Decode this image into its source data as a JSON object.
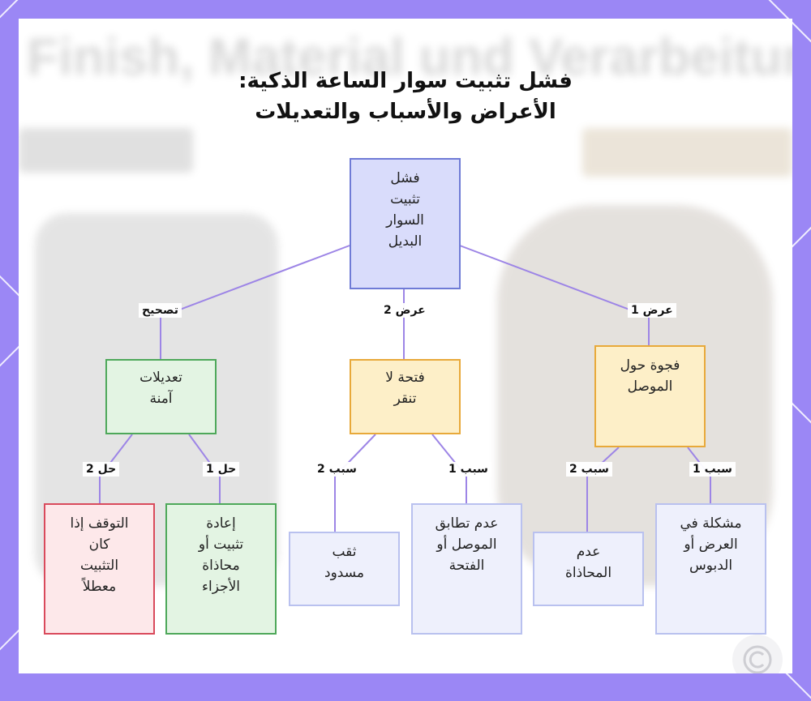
{
  "title": {
    "line1": "فشل تثبيت سوار الساعة الذكية:",
    "line2": "الأعراض والأسباب والتعديلات"
  },
  "background_text": "Finish, Material und Verarbeitung",
  "nodes": {
    "root": "فشل\nتثبيت\nالسوار\nالبديل",
    "symptom1": "فجوة حول\nالموصل",
    "symptom2": "فتحة لا\nتنقر",
    "fix": "تعديلات\nآمنة",
    "cause_s1_1": "مشكلة في\nالعرض أو\nالدبوس",
    "cause_s1_2": "عدم\nالمحاذاة",
    "cause_s2_1": "عدم تطابق\nالموصل أو\nالفتحة",
    "cause_s2_2": "ثقب\nمسدود",
    "solution1": "إعادة\nتثبيت أو\nمحاذاة\nالأجزاء",
    "solution2": "التوقف إذا\nكان\nالتثبيت\nمعطلاً"
  },
  "edge_labels": {
    "symptom1": "عرض 1",
    "symptom2": "عرض 2",
    "fix": "تصحيح",
    "cause1": "سبب 1",
    "cause2": "سبب 2",
    "solution1": "حل 1",
    "solution2": "حل 2"
  },
  "colors": {
    "frame": "#9b87f5",
    "edge": "#9d85e6",
    "root_fill": "#d9dcfb",
    "symptom_fill": "#fdefc8",
    "fix_fill": "#e3f4e3",
    "cause_fill": "#eef0fc",
    "stop_fill": "#fde8ea"
  }
}
